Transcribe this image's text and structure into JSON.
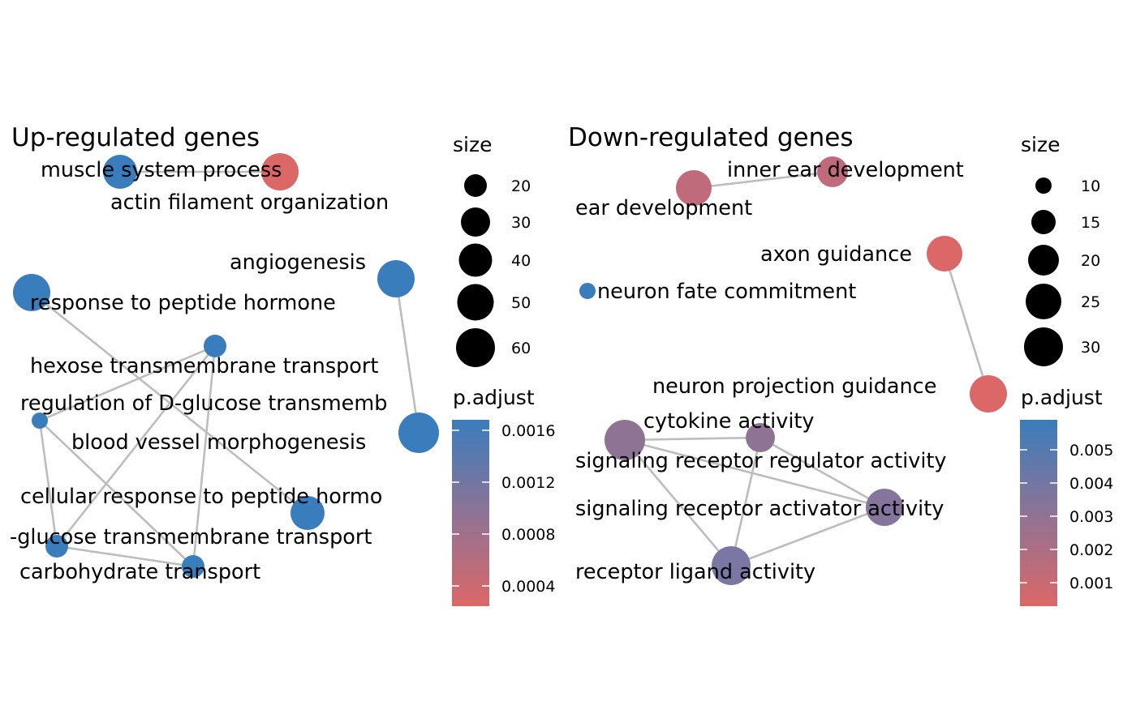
{
  "colors": {
    "edge": "#bdbdbd",
    "low": "#dc6767",
    "high": "#3a7dbd"
  },
  "panels": [
    {
      "title": "Up-regulated genes",
      "nodes": [
        {
          "id": "msp",
          "label": "muscle system process",
          "p_adjust": 0.0017
        },
        {
          "id": "afo",
          "label": "actin filament organization",
          "p_adjust": 0.0003
        },
        {
          "id": "ang",
          "label": "angiogenesis",
          "p_adjust": 0.0017
        },
        {
          "id": "rph",
          "label": "response to peptide hormone",
          "p_adjust": 0.0017
        },
        {
          "id": "htt",
          "label": "hexose transmembrane transport",
          "p_adjust": 0.0017
        },
        {
          "id": "rdg",
          "label": "regulation of D-glucose transmemb",
          "p_adjust": 0.0017
        },
        {
          "id": "bvm",
          "label": "blood vessel morphogenesis",
          "p_adjust": 0.0017
        },
        {
          "id": "crph",
          "label": "cellular response to peptide hormo",
          "p_adjust": 0.0017
        },
        {
          "id": "dgt",
          "label": "-glucose transmembrane transport",
          "p_adjust": 0.0017
        },
        {
          "id": "cht",
          "label": "carbohydrate transport",
          "p_adjust": 0.0017
        }
      ],
      "edges": [
        [
          "afo",
          "msp"
        ],
        [
          "ang",
          "bvm"
        ],
        [
          "rph",
          "crph"
        ],
        [
          "htt",
          "rdg"
        ],
        [
          "htt",
          "dgt"
        ],
        [
          "htt",
          "cht"
        ],
        [
          "rdg",
          "dgt"
        ],
        [
          "rdg",
          "cht"
        ],
        [
          "dgt",
          "cht"
        ]
      ],
      "size_legend": {
        "title": "size",
        "values": [
          20,
          30,
          40,
          50,
          60
        ]
      },
      "color_legend": {
        "title": "p.adjust",
        "ticks": [
          "0.0016",
          "0.0012",
          "0.0008",
          "0.0004"
        ]
      }
    },
    {
      "title": "Down-regulated genes",
      "nodes": [
        {
          "id": "ied",
          "label": "inner ear development",
          "p_adjust": 0.002
        },
        {
          "id": "ed",
          "label": "ear development",
          "p_adjust": 0.002
        },
        {
          "id": "ag",
          "label": "axon guidance",
          "p_adjust": 0.0005
        },
        {
          "id": "nfc",
          "label": "neuron fate commitment",
          "p_adjust": 0.006
        },
        {
          "id": "npg",
          "label": "neuron projection guidance",
          "p_adjust": 0.0005
        },
        {
          "id": "ca",
          "label": "cytokine activity",
          "p_adjust": 0.0038
        },
        {
          "id": "srr",
          "label": "signaling receptor regulator activity",
          "p_adjust": 0.0038
        },
        {
          "id": "sra",
          "label": "signaling receptor activator activity",
          "p_adjust": 0.0042
        },
        {
          "id": "rla",
          "label": "receptor ligand activity",
          "p_adjust": 0.0045
        }
      ],
      "edges": [
        [
          "ed",
          "ied"
        ],
        [
          "ag",
          "npg"
        ],
        [
          "srr",
          "ca"
        ],
        [
          "srr",
          "sra"
        ],
        [
          "srr",
          "rla"
        ],
        [
          "ca",
          "sra"
        ],
        [
          "ca",
          "rla"
        ],
        [
          "sra",
          "rla"
        ]
      ],
      "size_legend": {
        "title": "size",
        "values": [
          10,
          15,
          20,
          25,
          30
        ]
      },
      "color_legend": {
        "title": "p.adjust",
        "ticks": [
          "0.005",
          "0.004",
          "0.003",
          "0.002",
          "0.001"
        ]
      }
    }
  ]
}
